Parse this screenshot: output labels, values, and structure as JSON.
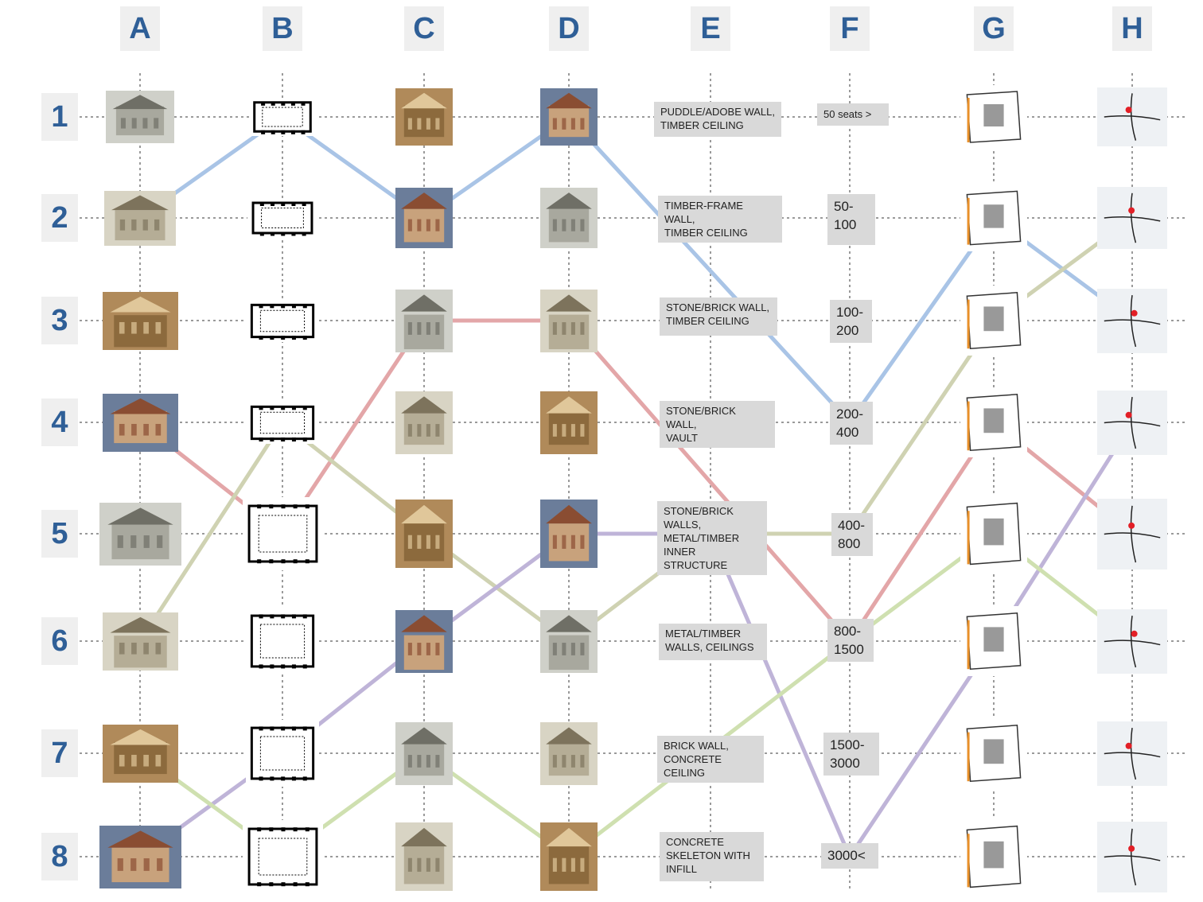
{
  "columns": [
    "A",
    "B",
    "C",
    "D",
    "E",
    "F",
    "G",
    "H"
  ],
  "rows": [
    "1",
    "2",
    "3",
    "4",
    "5",
    "6",
    "7",
    "8"
  ],
  "materials": [
    "PUDDLE/ADOBE WALL,\nTIMBER CEILING",
    "TIMBER-FRAME WALL,\nTIMBER CEILING",
    "STONE/BRICK WALL,\nTIMBER CEILING",
    "STONE/BRICK WALL,\nVAULT",
    "STONE/BRICK\nWALLS,\nMETAL/TIMBER\nINNER STRUCTURE",
    "METAL/TIMBER\nWALLS, CEILINGS",
    "BRICK  WALL,\nCONCRETE CEILING",
    "CONCRETE\nSKELETON WITH\nINFILL"
  ],
  "capacities": [
    "50 seats >",
    "50-\n100",
    "100-\n200",
    "200-\n400",
    "400-\n800",
    "800-\n1500",
    "1500-\n3000",
    "3000<"
  ],
  "thumbnails": {
    "A": "historic-photo",
    "B": "floor-plan",
    "C": "interior-photo",
    "D": "detail-photo",
    "G": "site-sketch",
    "H": "street-map-sketch"
  },
  "colors": {
    "header_text": "#2f5f97",
    "header_bg": "#efefef",
    "label_bg": "#d9d9d9",
    "grid": "#9a9a9a",
    "path_blue": "#a9c4e6",
    "path_red": "#e3a6a8",
    "path_olive": "#cfd2b2",
    "path_purple": "#bfb4d8",
    "path_green": "#cfe0b0"
  },
  "paths": [
    {
      "color": "blue",
      "cells": [
        "A2",
        "B1",
        "C2",
        "D1",
        "F4",
        "G2",
        "H3"
      ]
    },
    {
      "color": "red",
      "cells": [
        "A4",
        "B5",
        "C3",
        "D3",
        "F6",
        "G4",
        "H5"
      ]
    },
    {
      "color": "olive",
      "cells": [
        "A6",
        "B4",
        "C5",
        "D6",
        "E5",
        "F5",
        "G3",
        "H2"
      ]
    },
    {
      "color": "purple",
      "cells": [
        "A8",
        "B7",
        "C6",
        "D5",
        "E5",
        "F8",
        "G6",
        "H4"
      ]
    },
    {
      "color": "green",
      "cells": [
        "A7",
        "B8",
        "C7",
        "D8",
        "F6",
        "G5",
        "H6"
      ]
    }
  ]
}
